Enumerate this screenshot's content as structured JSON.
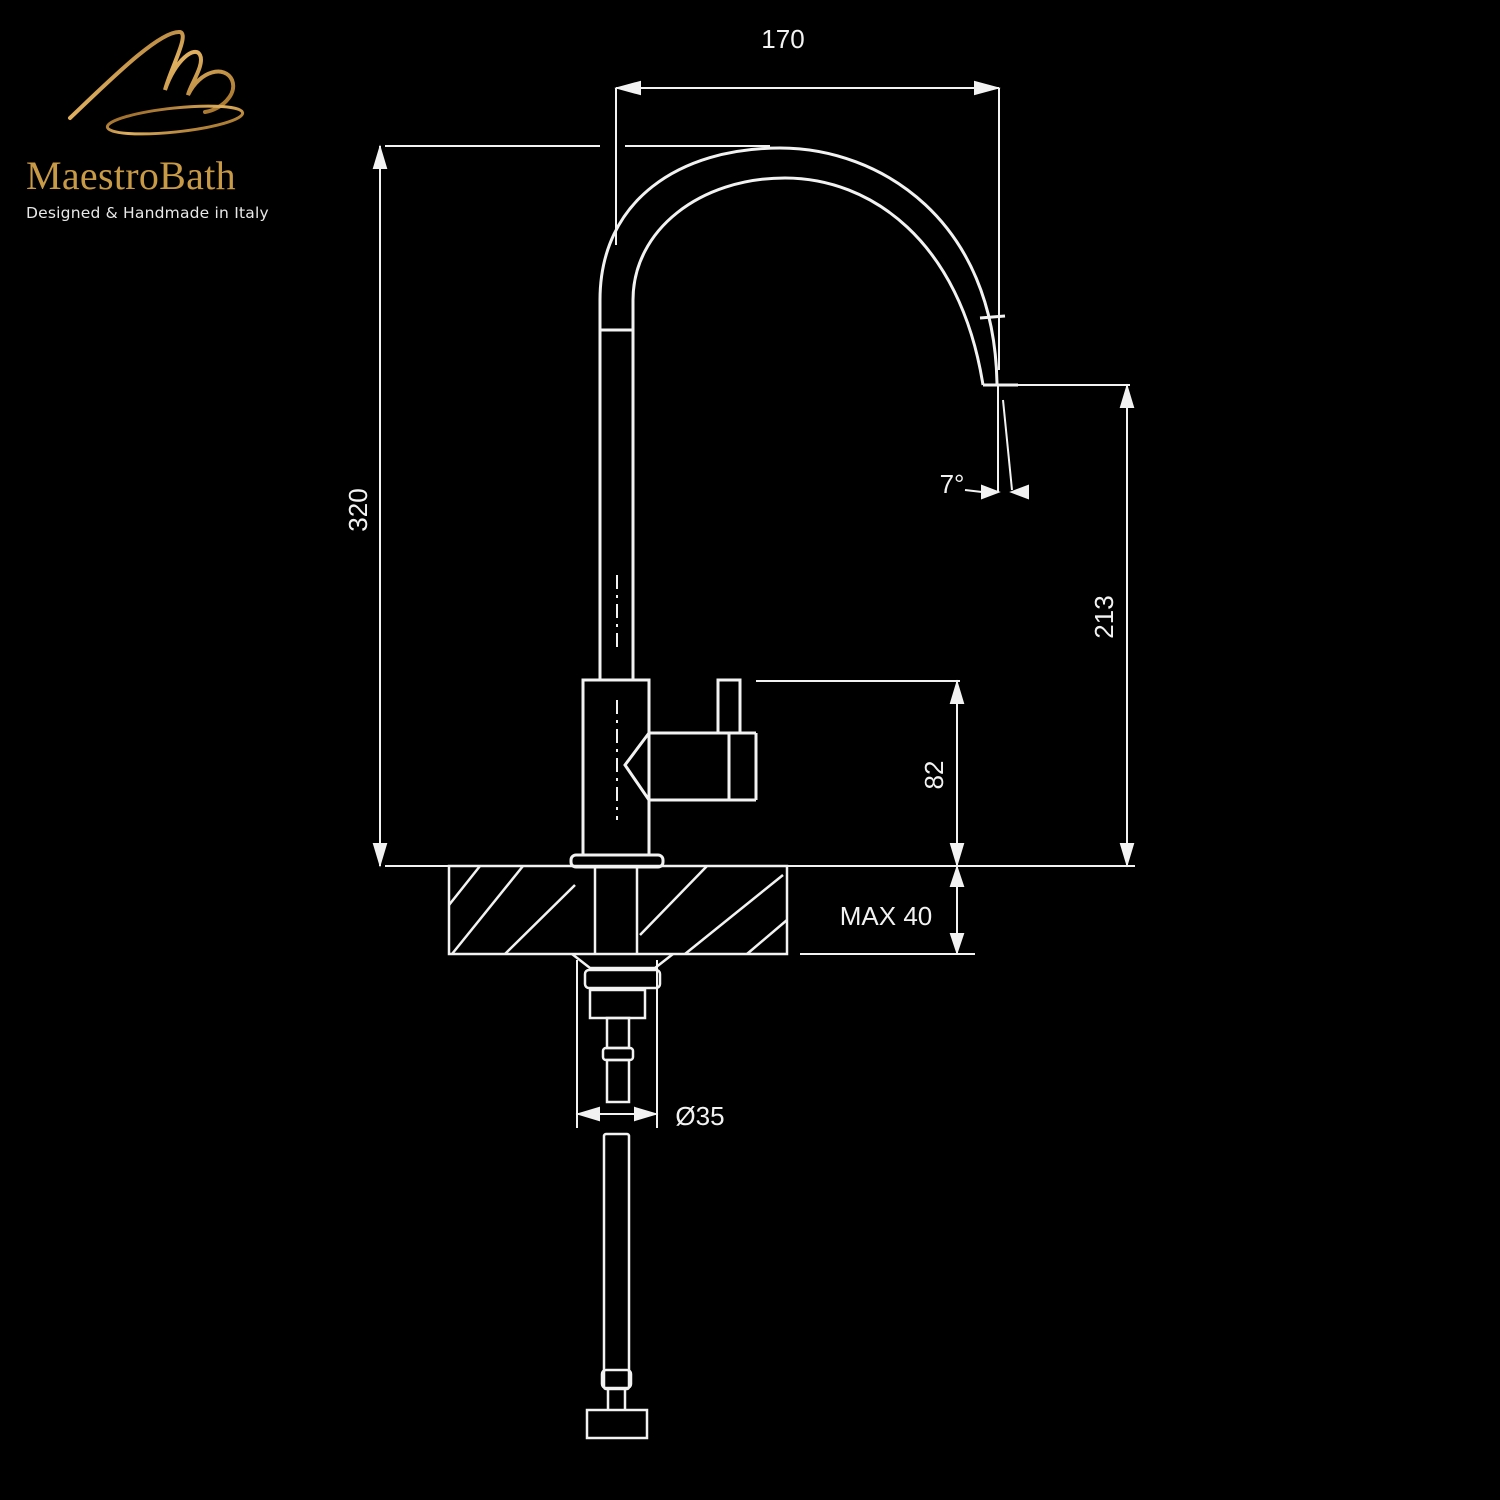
{
  "brand": {
    "name": "MaestroBath",
    "tagline": "Designed & Handmade in Italy",
    "logo_icon": "script-m-monogram-icon",
    "colors": {
      "gold": "#c99a46",
      "background": "#000000",
      "line": "#f2f2f2"
    }
  },
  "drawing": {
    "subject": "Gooseneck kitchen faucet technical drawing (side elevation)",
    "dimensions": {
      "spout_reach": "170",
      "total_height": "320",
      "spout_outlet_height": "213",
      "handle_height": "82",
      "max_deck_thickness": "MAX 40",
      "body_diameter": "Ø35",
      "outlet_angle": "7°"
    }
  }
}
